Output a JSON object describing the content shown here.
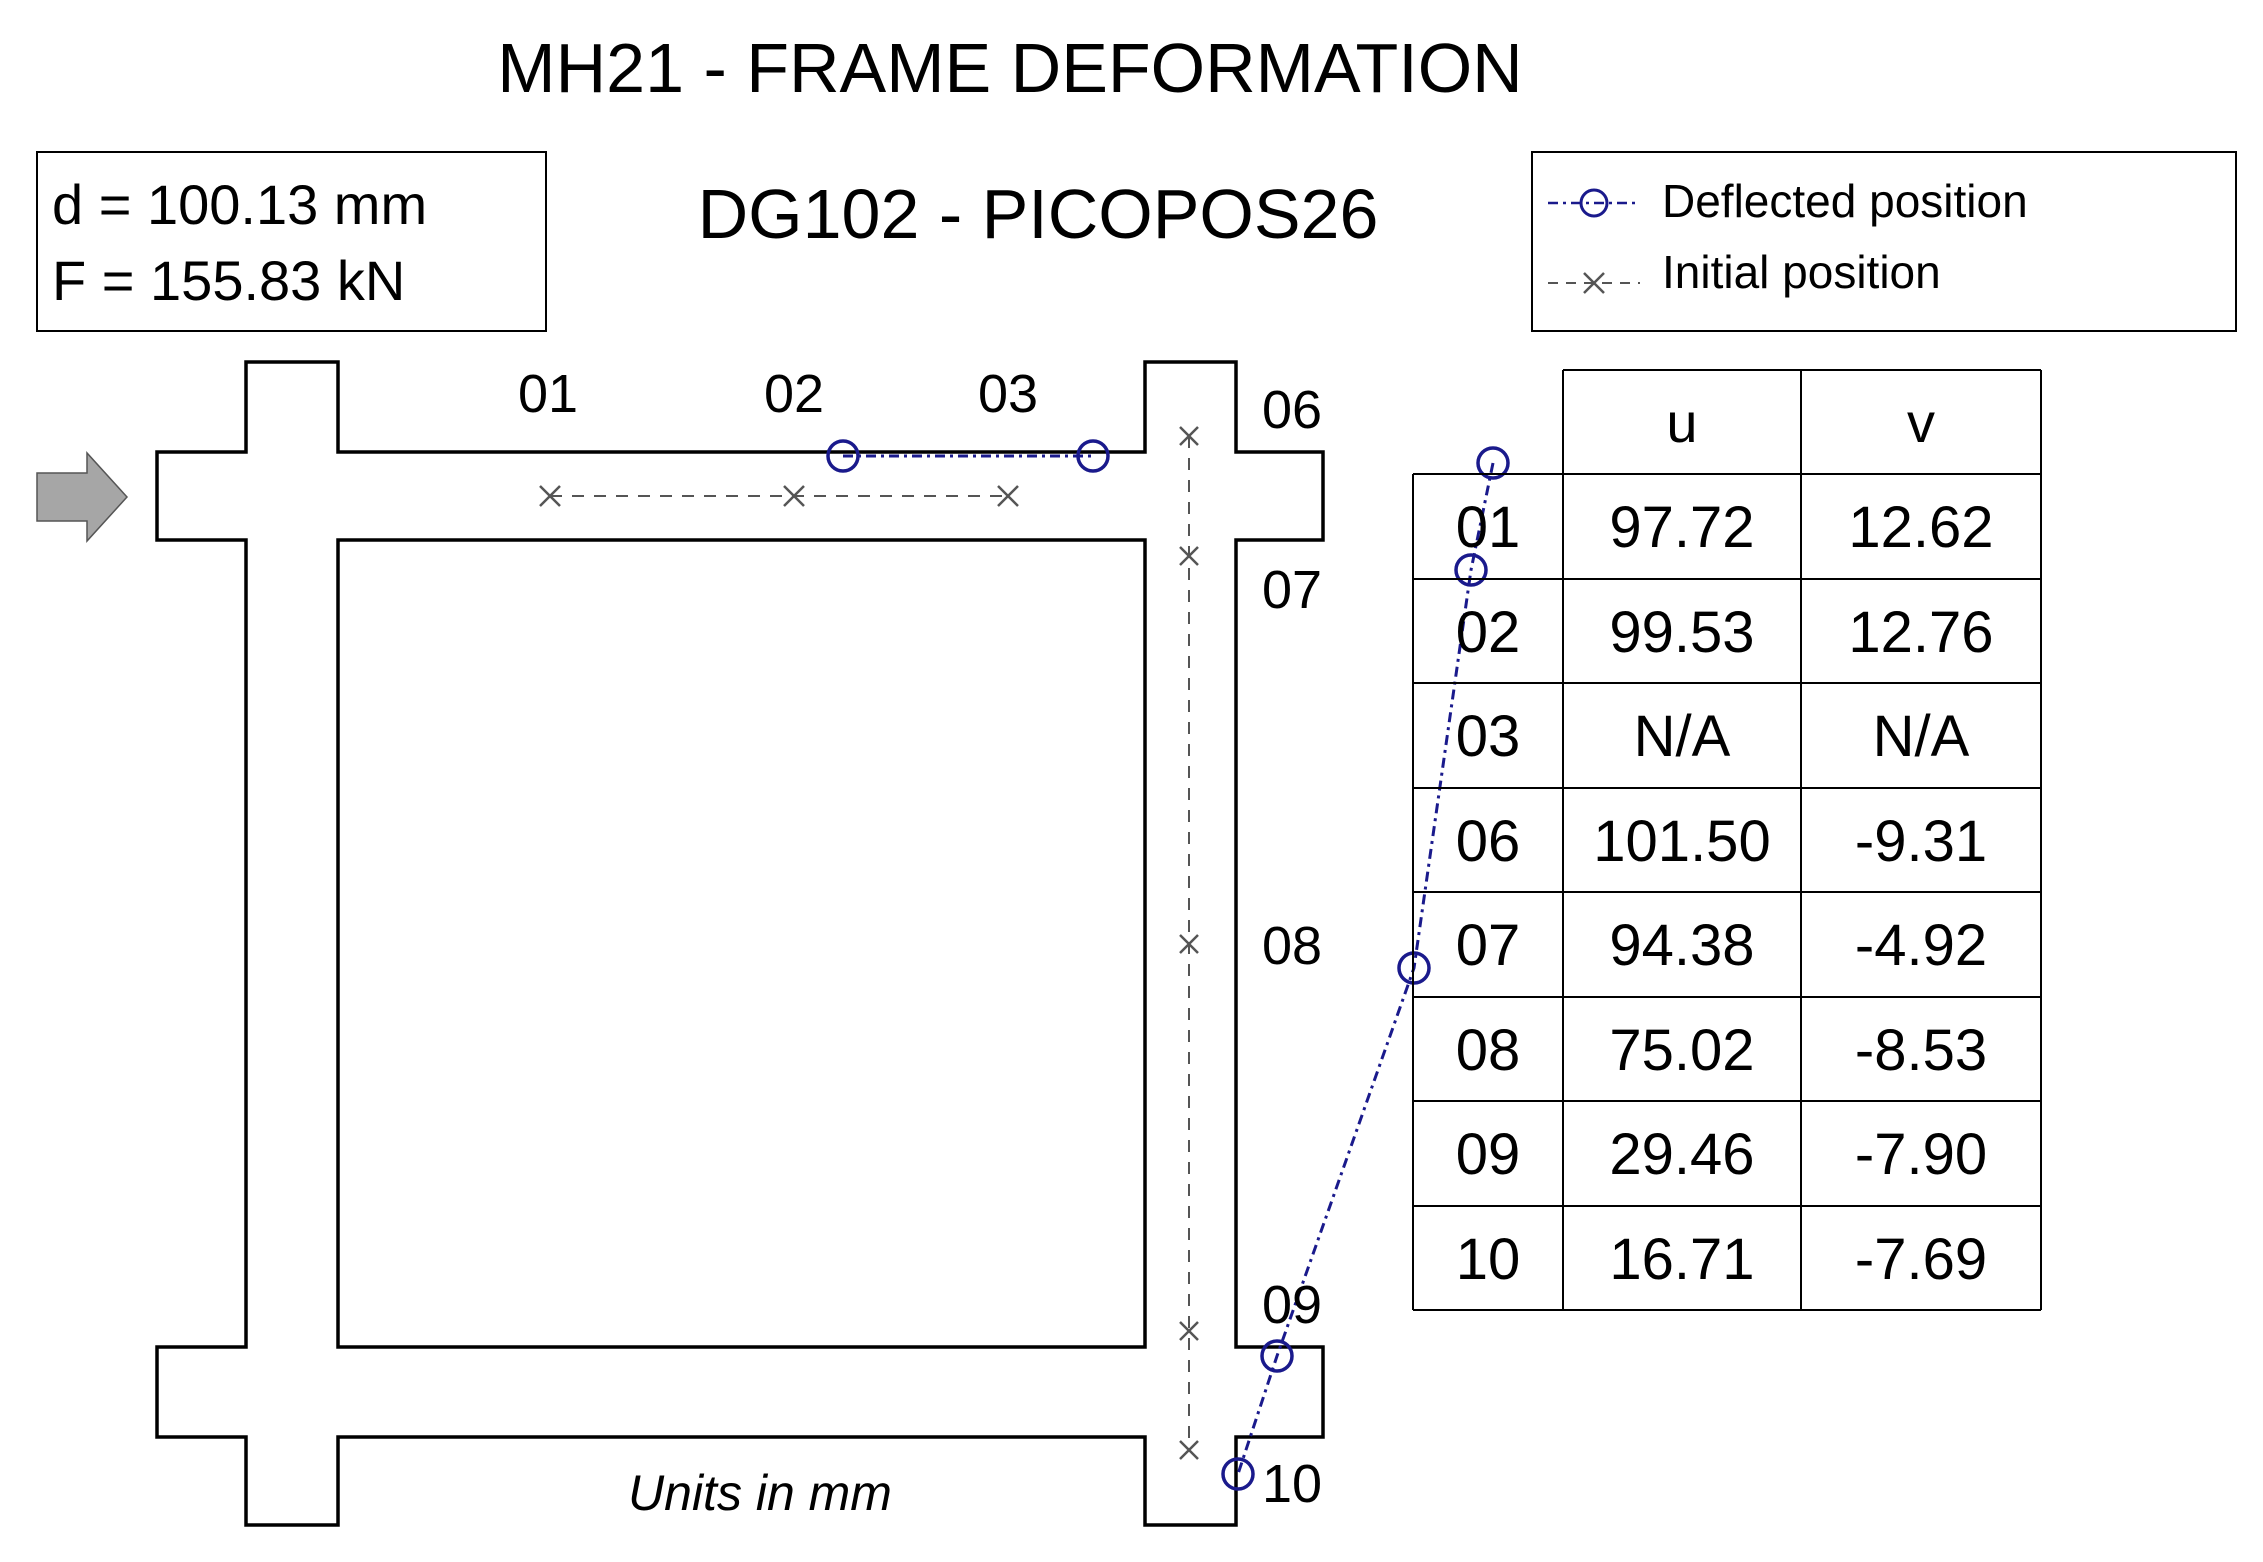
{
  "title": "MH21 - FRAME DEFORMATION",
  "subtitle": "DG102 - PICOPOS26",
  "info": {
    "d": "d = 100.13 mm",
    "F": "F = 155.83 kN"
  },
  "legend": [
    {
      "label": "Deflected position",
      "marker": "circle",
      "line": "dash-dot",
      "color": "#1a1a8c"
    },
    {
      "label": "Initial position",
      "marker": "x",
      "line": "dashed",
      "color": "#555555"
    }
  ],
  "units_note": "Units in mm",
  "point_labels": {
    "p01": "01",
    "p02": "02",
    "p03": "03",
    "p06": "06",
    "p07": "07",
    "p08": "08",
    "p09": "09",
    "p10": "10"
  },
  "table": {
    "headers": [
      "",
      "u",
      "v"
    ],
    "rows": [
      {
        "id": "01",
        "u": "97.72",
        "v": "12.62"
      },
      {
        "id": "02",
        "u": "99.53",
        "v": "12.76"
      },
      {
        "id": "03",
        "u": "N/A",
        "v": "N/A"
      },
      {
        "id": "06",
        "u": "101.50",
        "v": "-9.31"
      },
      {
        "id": "07",
        "u": "94.38",
        "v": "-4.92"
      },
      {
        "id": "08",
        "u": "75.02",
        "v": "-8.53"
      },
      {
        "id": "09",
        "u": "29.46",
        "v": "-7.90"
      },
      {
        "id": "10",
        "u": "16.71",
        "v": "-7.69"
      }
    ]
  },
  "colors": {
    "deflected": "#1a1a8c",
    "initial": "#555555",
    "frame": "#000000",
    "arrow": "#a6a6a6"
  }
}
